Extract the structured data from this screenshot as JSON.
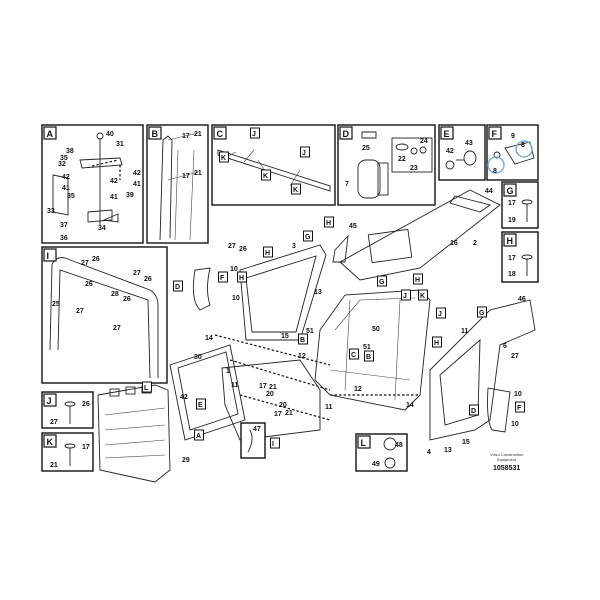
{
  "diagram": {
    "panels": [
      "A",
      "B",
      "C",
      "D",
      "E",
      "F",
      "G",
      "H",
      "I",
      "J",
      "K",
      "L"
    ],
    "callouts": [
      "40",
      "31",
      "38",
      "35",
      "32",
      "42",
      "42",
      "41",
      "41",
      "42",
      "39",
      "35",
      "41",
      "33",
      "37",
      "34",
      "36",
      "17",
      "21",
      "17",
      "21",
      "J",
      "K",
      "K",
      "J",
      "K",
      "25",
      "24",
      "22",
      "23",
      "7",
      "42",
      "43",
      "9",
      "8",
      "8",
      "17",
      "19",
      "17",
      "18",
      "44",
      "16",
      "2",
      "45",
      "27",
      "26",
      "3",
      "G",
      "H",
      "10",
      "F",
      "D",
      "10",
      "13",
      "H",
      "H",
      "14",
      "15",
      "51",
      "50",
      "G",
      "H",
      "J",
      "K",
      "J",
      "11",
      "G",
      "46",
      "H",
      "6",
      "27",
      "12",
      "B",
      "C",
      "B",
      "51",
      "12",
      "14",
      "10",
      "F",
      "D",
      "10",
      "4",
      "13",
      "15",
      "30",
      "1",
      "11",
      "17",
      "21",
      "42",
      "E",
      "A",
      "47",
      "I",
      "20",
      "17",
      "21",
      "20",
      "11",
      "29",
      "L",
      "26",
      "27",
      "27",
      "26",
      "26",
      "28",
      "26",
      "25",
      "27",
      "27",
      "26",
      "27",
      "17",
      "21",
      "48",
      "49"
    ],
    "highlight_color": "#7aaed6",
    "footer": {
      "brand_line1": "Volvo Construction",
      "brand_line2": "Equipment",
      "drawing_number": "1058531"
    }
  }
}
